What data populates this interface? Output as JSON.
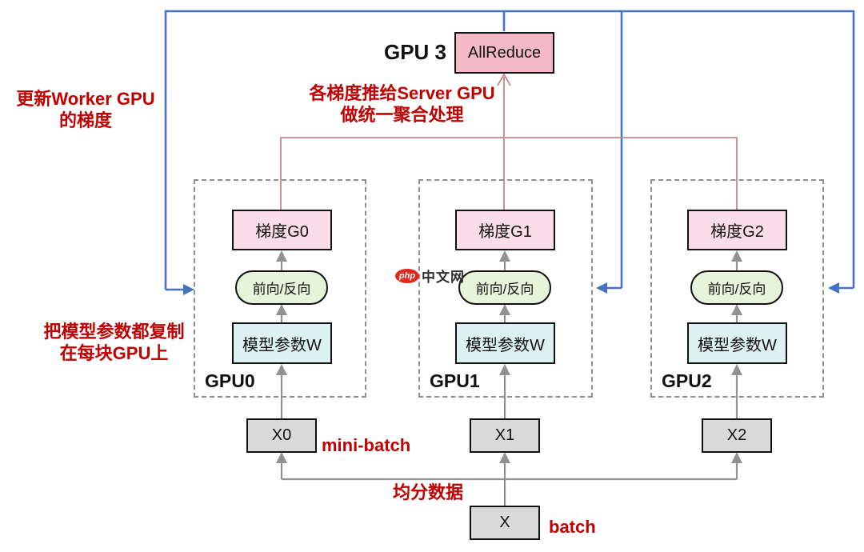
{
  "colors": {
    "blue": "#4472c4",
    "rose": "#c38b8b",
    "red_text": "#c00000",
    "pink_dark": "#f3b9c6",
    "pink_light": "#fbdde9",
    "green_light": "#e7f4dc",
    "cyan_light": "#dcf2f0",
    "gray_box": "#d9d9d9",
    "gray_dash": "#8f8f8f",
    "gray_line": "#919191"
  },
  "server": {
    "label": "GPU 3",
    "node": "AllReduce"
  },
  "annotations": {
    "update_worker": {
      "line1": "更新Worker GPU",
      "line2": "的梯度"
    },
    "push_server": {
      "line1": "各梯度推给Server GPU",
      "line2": "做统一聚合处理"
    },
    "copy_params": {
      "line1": "把模型参数都复制",
      "line2": "在每块GPU上"
    },
    "split_data": "均分数据",
    "mini_batch": "mini-batch",
    "batch": "batch"
  },
  "gpus": [
    {
      "name": "GPU0",
      "gradient": "梯度G0",
      "forward": "前向/反向",
      "params": "模型参数W",
      "input": "X0"
    },
    {
      "name": "GPU1",
      "gradient": "梯度G1",
      "forward": "前向/反向",
      "params": "模型参数W",
      "input": "X1"
    },
    {
      "name": "GPU2",
      "gradient": "梯度G2",
      "forward": "前向/反向",
      "params": "模型参数W",
      "input": "X2"
    }
  ],
  "batch_node": "X",
  "watermark": {
    "logo": "php",
    "text": "中文网"
  }
}
